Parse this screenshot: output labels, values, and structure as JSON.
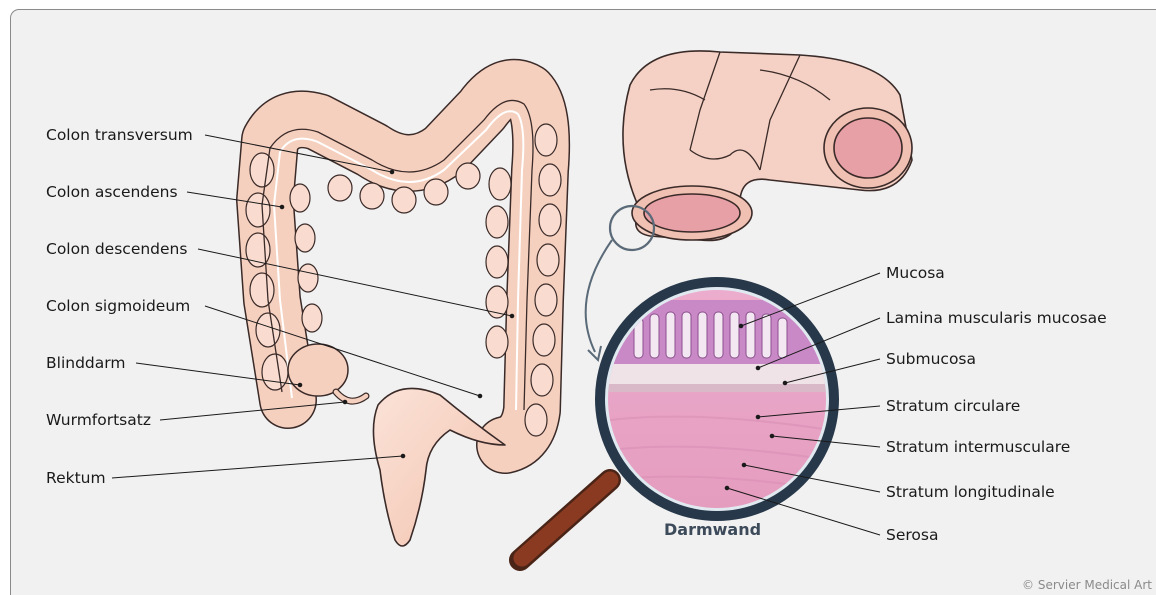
{
  "left_labels": [
    "Colon transversum",
    "Colon ascendens",
    "Colon descendens",
    "Colon sigmoideum",
    "Blinddarm",
    "Wurmfortsatz",
    "Rektum"
  ],
  "right_labels": [
    "Mucosa",
    "Lamina muscularis mucosae",
    "Submucosa",
    "Stratum circulare",
    "Stratum intermusculare",
    "Stratum longitudinale",
    "Serosa"
  ],
  "caption": "Darmwand",
  "credit": "© Servier Medical Art",
  "colors": {
    "panel": "#f1f1f1",
    "bowel_fill": "#f8d6c6",
    "bowel_stroke": "#3a2a28",
    "lumen": "#e7a0a6",
    "lens_rim": "#27384a",
    "lens_glass": "#dfe9ef",
    "handle": "#8b3a22",
    "tissue_pink": "#e7a6c6",
    "caption": "#3c4a5a"
  }
}
